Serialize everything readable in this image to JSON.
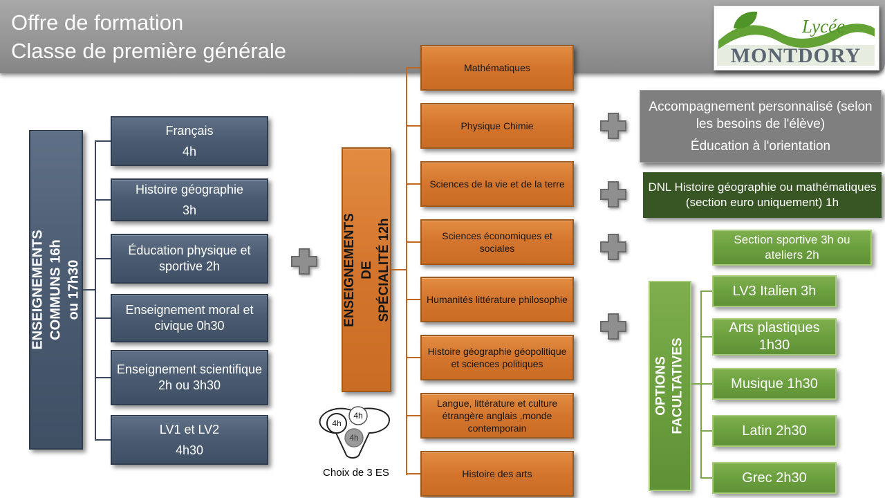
{
  "header": {
    "title_line1": "Offre de formation",
    "title_line2": "Classe de première générale"
  },
  "logo": {
    "lycee": "Lycée",
    "montdory": "MONTDORY"
  },
  "commons": {
    "label_line1": "ENSEIGNEMENTS COMMUNS  16h",
    "label_line2": "ou 17h30",
    "items": [
      {
        "lines": [
          "Français",
          "4h"
        ]
      },
      {
        "lines": [
          "Histoire géographie",
          "3h"
        ]
      },
      {
        "lines": [
          "Éducation physique et sportive  2h"
        ]
      },
      {
        "lines": [
          "Enseignement moral et civique  0h30"
        ]
      },
      {
        "lines": [
          "Enseignement scientifique  2h ou 3h30"
        ]
      },
      {
        "lines": [
          "LV1 et LV2",
          "4h30"
        ]
      }
    ]
  },
  "specialite": {
    "label_line1": "ENSEIGNEMENTS DE",
    "label_line2": "SPÉCIALITÉ  12h",
    "items": [
      "Mathématiques",
      "Physique Chimie",
      "Sciences de la vie et de la terre",
      "Sciences économiques et sociales",
      "Humanités littérature philosophie",
      "Histoire géographie géopolitique et sciences politiques",
      "Langue, littérature et culture étrangère anglais ,monde contemporain",
      "Histoire des arts"
    ]
  },
  "funnel": {
    "labels": [
      "4h",
      "4h",
      "4h"
    ],
    "caption": "Choix de 3 ES"
  },
  "right": {
    "accompagnement": {
      "line1": "Accompagnement personnalisé (selon les besoins de l'élève)",
      "line2": "Éducation à l'orientation"
    },
    "dnl": "DNL Histoire géographie ou mathématiques (section euro uniquement)  1h",
    "sportive": "Section sportive  3h ou ateliers 2h",
    "options_label": "OPTIONS  FACULTATIVES",
    "options": [
      "LV3 Italien  3h",
      "Arts plastiques 1h30",
      "Musique  1h30",
      "Latin  2h30",
      "Grec  2h30"
    ]
  },
  "colors": {
    "slate": "#4a5a70",
    "orange": "#d4752e",
    "green": "#6ba03f",
    "dark_green": "#375623",
    "gray": "#7f7f7f"
  }
}
